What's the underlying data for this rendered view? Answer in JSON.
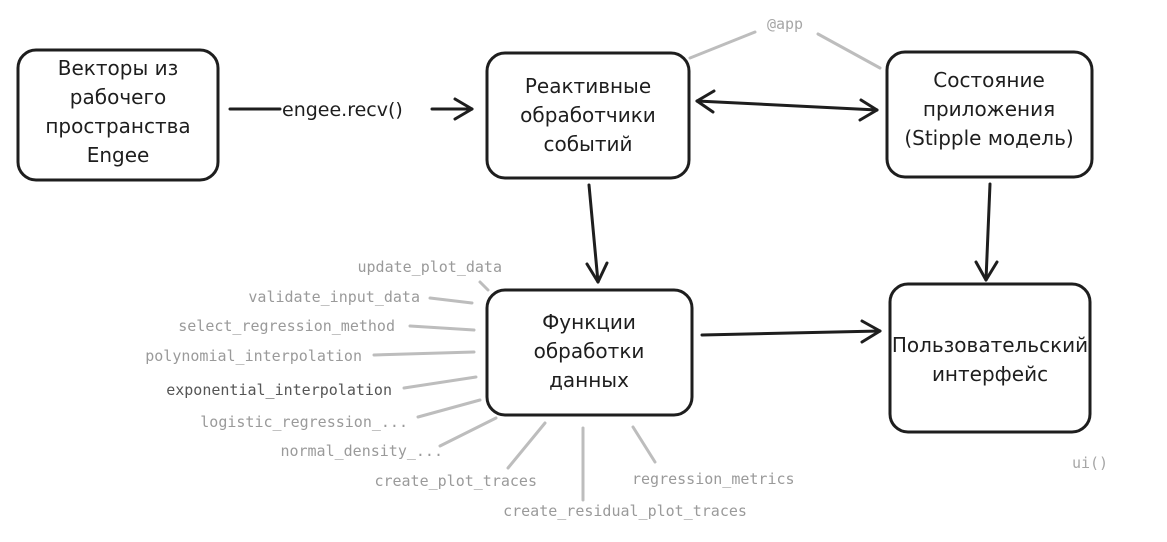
{
  "nodes": {
    "workspace": {
      "lines": [
        "Векторы из",
        "рабочего",
        "пространства",
        "Engee"
      ]
    },
    "handlers": {
      "lines": [
        "Реактивные",
        "обработчики",
        "событий"
      ]
    },
    "state": {
      "lines": [
        "Состояние",
        "приложения",
        "(Stipple модель)"
      ]
    },
    "functions": {
      "lines": [
        "Функции",
        "обработки",
        "данных"
      ]
    },
    "ui": {
      "lines": [
        "Пользовательский",
        "интерфейс"
      ]
    }
  },
  "edges": {
    "recv_label": "engee.recv()",
    "app_label": "@app",
    "ui_label": "ui()"
  },
  "functions_list": [
    "update_plot_data",
    "validate_input_data",
    "select_regression_method",
    "polynomial_interpolation",
    "exponential_interpolation",
    "logistic_regression_...",
    "normal_density_...",
    "create_plot_traces",
    "create_residual_plot_traces",
    "regression_metrics"
  ],
  "colors": {
    "stroke": "#1e1e1e",
    "muted_stroke": "#bdbdbd",
    "muted_text": "#9a9a9a"
  }
}
